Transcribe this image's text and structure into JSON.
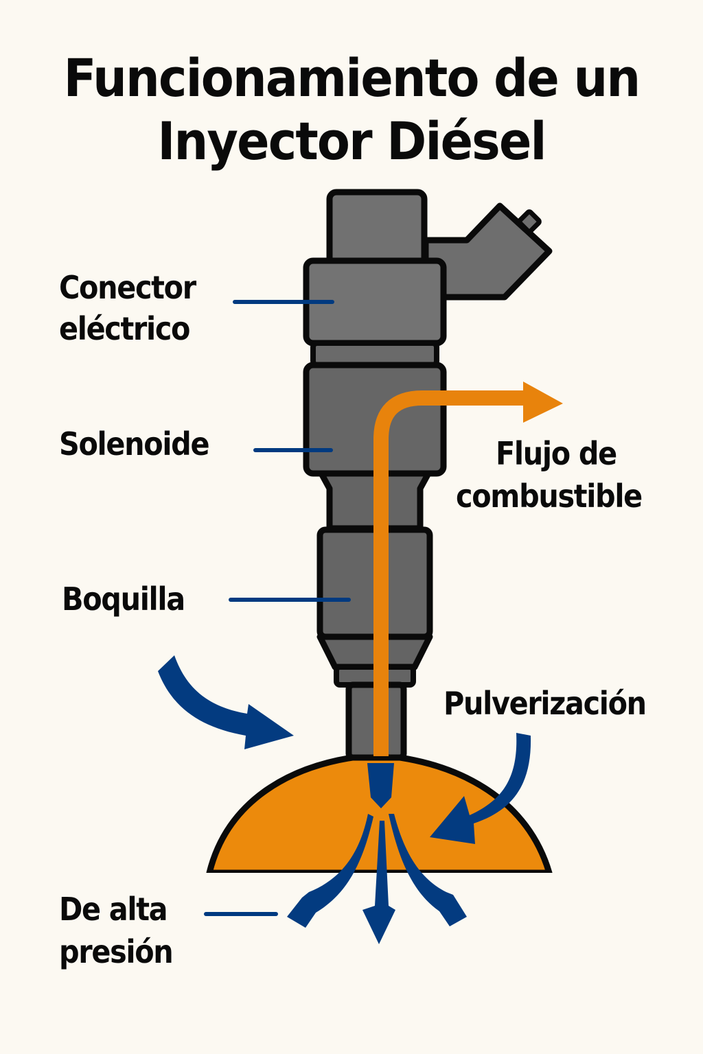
{
  "title": {
    "line1": "Funcionamiento de un",
    "line2": "Inyector Diésel"
  },
  "labels": {
    "connector": [
      "Conector",
      "eléctrico"
    ],
    "solenoid": "Solenoide",
    "nozzle": "Boquilla",
    "fuel_flow": [
      "Flujo de",
      "combustible"
    ],
    "spray": "Pulverización",
    "high_pressure": [
      "De alta",
      "presión"
    ]
  },
  "colors": {
    "background": "#fcf9f2",
    "body_gray": "#6b6b6b",
    "outline": "#0a0a0a",
    "fuel_orange": "#e8830c",
    "leader_blue": "#003a80",
    "arrow_blue": "#023a80"
  },
  "icons": {
    "flow_arrow": "orange-bent-arrow-icon",
    "spray_arrows": "blue-spray-arrows-icon",
    "curved_arrows": "blue-curved-arrow-icon"
  }
}
